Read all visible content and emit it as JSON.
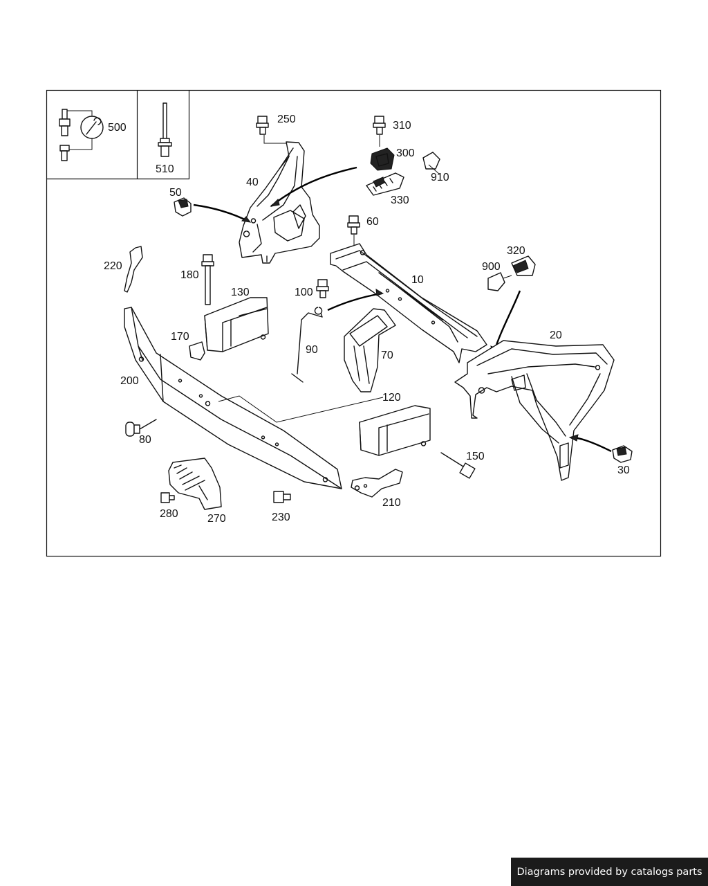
{
  "diagram": {
    "callouts": {
      "c500": "500",
      "c510": "510",
      "c250": "250",
      "c310": "310",
      "c300": "300",
      "c910": "910",
      "c330": "330",
      "c40": "40",
      "c50": "50",
      "c60": "60",
      "c220": "220",
      "c180": "180",
      "c130": "130",
      "c320": "320",
      "c900": "900",
      "c10": "10",
      "c100": "100",
      "c170": "170",
      "c90": "90",
      "c70": "70",
      "c20": "20",
      "c200": "200",
      "c120": "120",
      "c80": "80",
      "c150": "150",
      "c30": "30",
      "c280": "280",
      "c270": "270",
      "c230": "230",
      "c210": "210"
    }
  },
  "footer": {
    "credit": "Diagrams provided by catalogs parts"
  },
  "colors": {
    "line": "#111111",
    "background": "#ffffff",
    "credit_bg": "#1b1b1b"
  }
}
